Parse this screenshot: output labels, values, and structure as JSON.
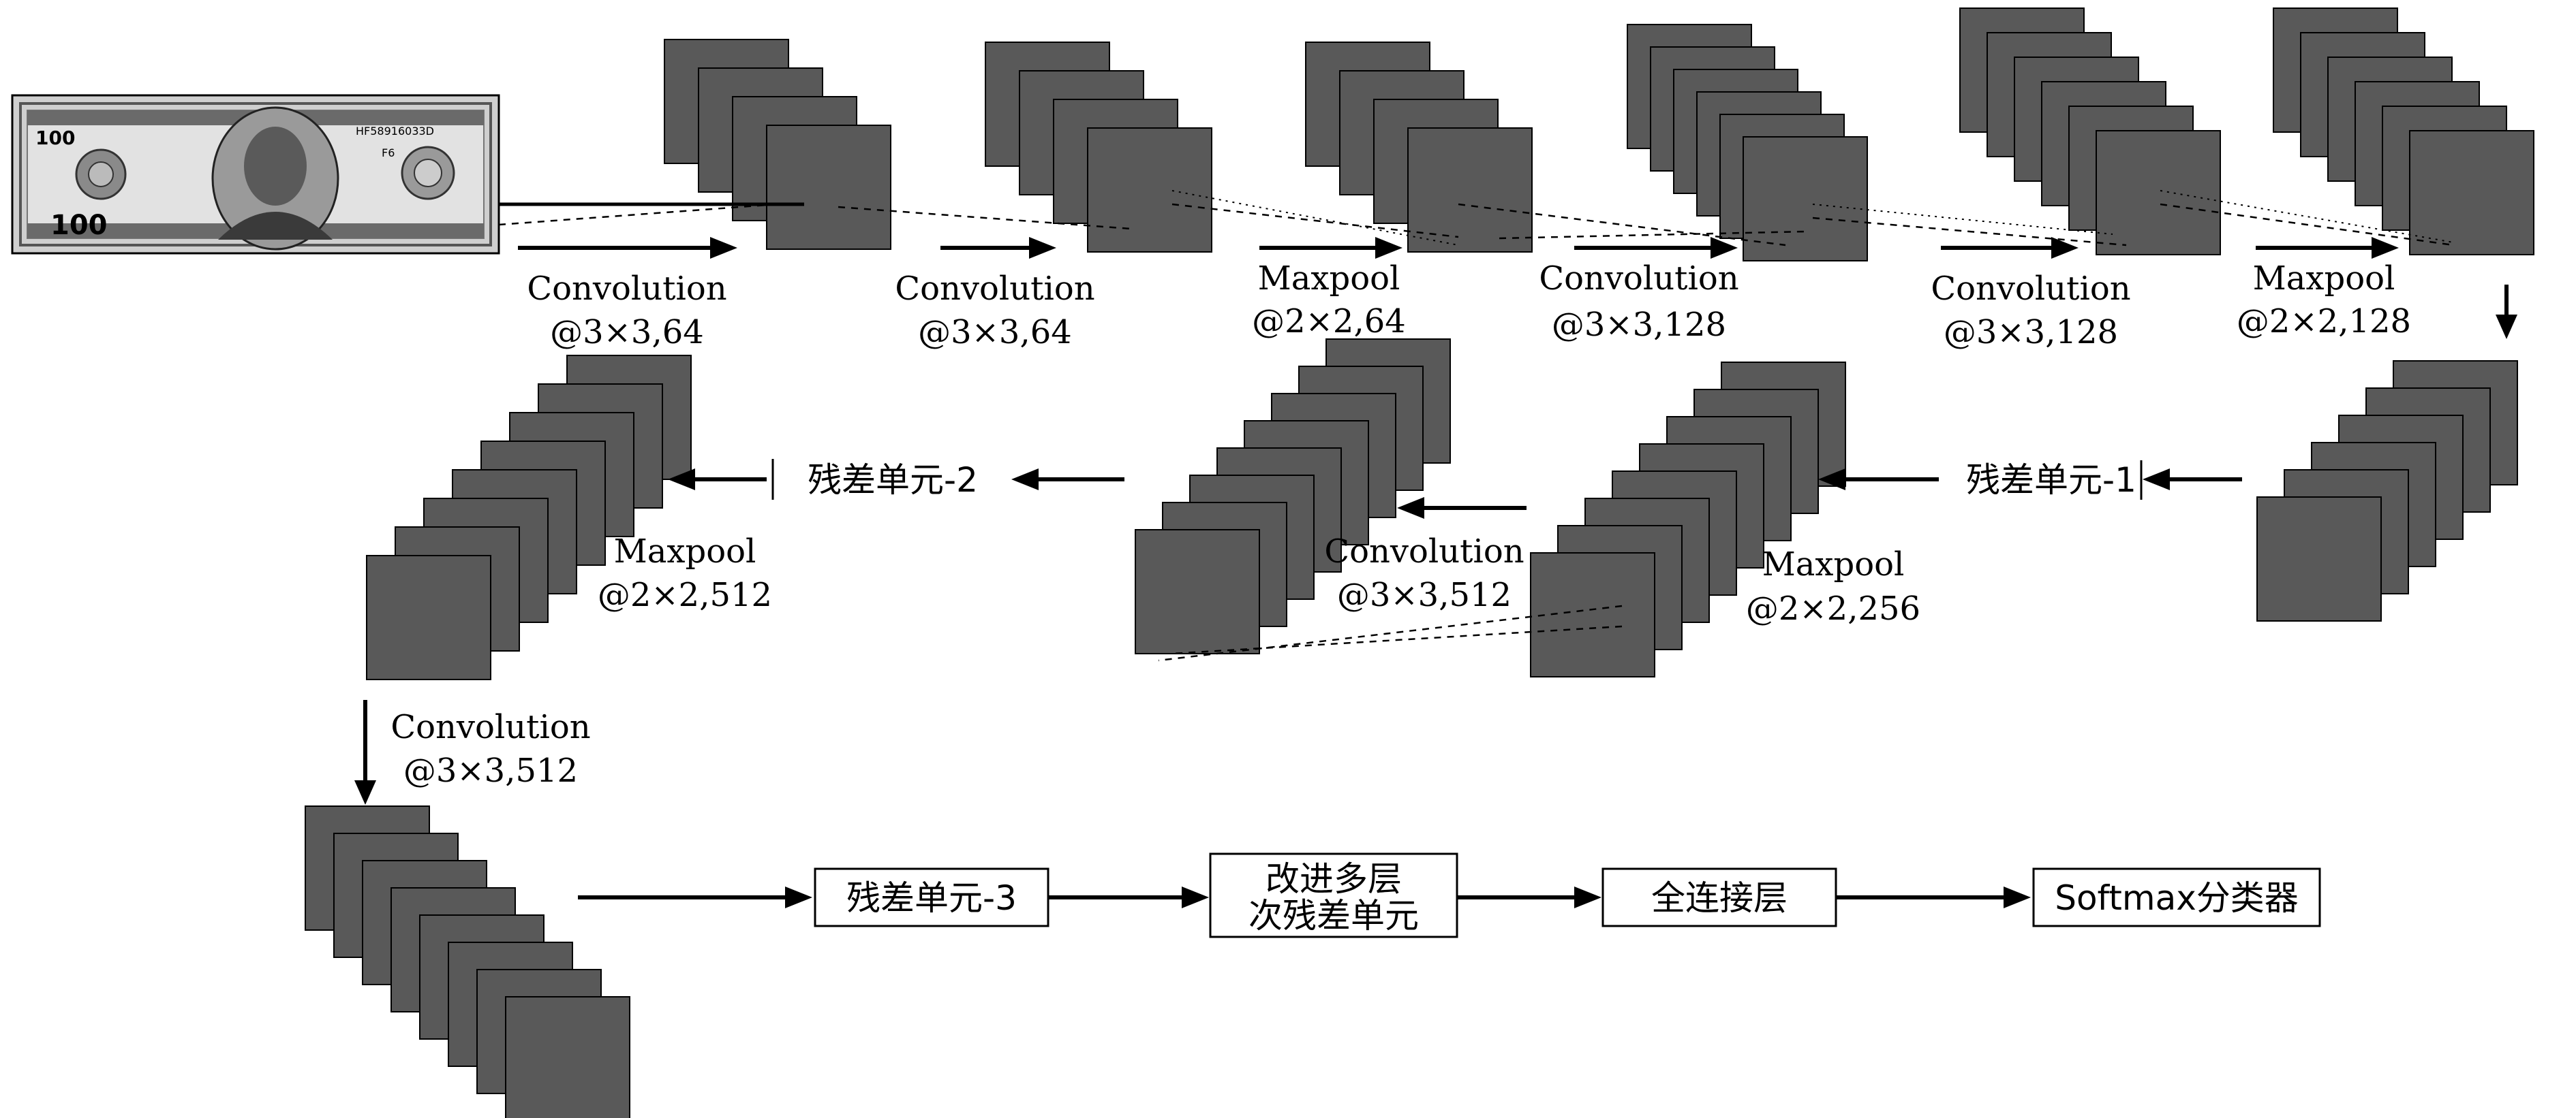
{
  "top_row": {
    "op1": [
      "Convolution",
      "@3×3,64"
    ],
    "op2": [
      "Convolution",
      "@3×3,64"
    ],
    "op3": [
      "Maxpool",
      "@2×2,64"
    ],
    "op4": [
      "Convolution",
      "@3×3,128"
    ],
    "op5": [
      "Convolution",
      "@3×3,128"
    ],
    "op6": [
      "Maxpool",
      "@2×2,128"
    ]
  },
  "middle_row": {
    "residual_1": "残差单元-1",
    "maxpool_256": [
      "Maxpool",
      "@2×2,256"
    ],
    "conv_512": [
      "Convolution",
      "@3×3,512"
    ],
    "residual_2": "残差单元-2",
    "maxpool_512": [
      "Maxpool",
      "@2×2,512"
    ]
  },
  "down_op": [
    "Convolution",
    "@3×3,512"
  ],
  "bottom_row": {
    "residual_3": "残差单元-3",
    "improved": [
      "改进多层",
      "次残差单元"
    ],
    "fc": "全连接层",
    "softmax": "Softmax分类器"
  },
  "colors": {
    "feature_map": "#595959",
    "stroke": "#000000"
  },
  "input_image": {
    "icon": "banknote-image",
    "printed": [
      "100",
      "100",
      "HF58916033D",
      "F6"
    ]
  }
}
